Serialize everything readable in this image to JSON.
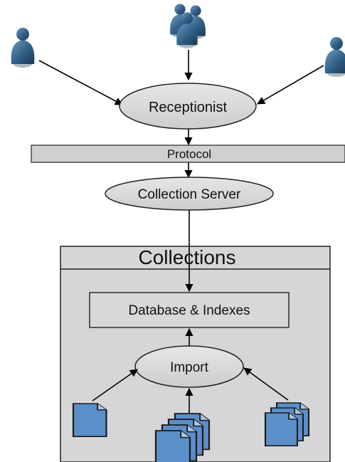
{
  "nodes": {
    "receptionist": "Receptionist",
    "protocol": "Protocol",
    "collection_server": "Collection Server",
    "collections": "Collections",
    "database": "Database & Indexes",
    "import": "Import"
  },
  "icons": {
    "user": "user-icon",
    "user_group": "user-group-icon",
    "document": "document-icon",
    "document_stack": "document-stack-icon"
  },
  "colors": {
    "ellipse_fill": "#d4d4d4",
    "band_fill": "#d0d0d0",
    "panel_fill": "#d6d6d6",
    "doc_fill": "#5b8fc9",
    "person_fill": "#2f5e86"
  }
}
